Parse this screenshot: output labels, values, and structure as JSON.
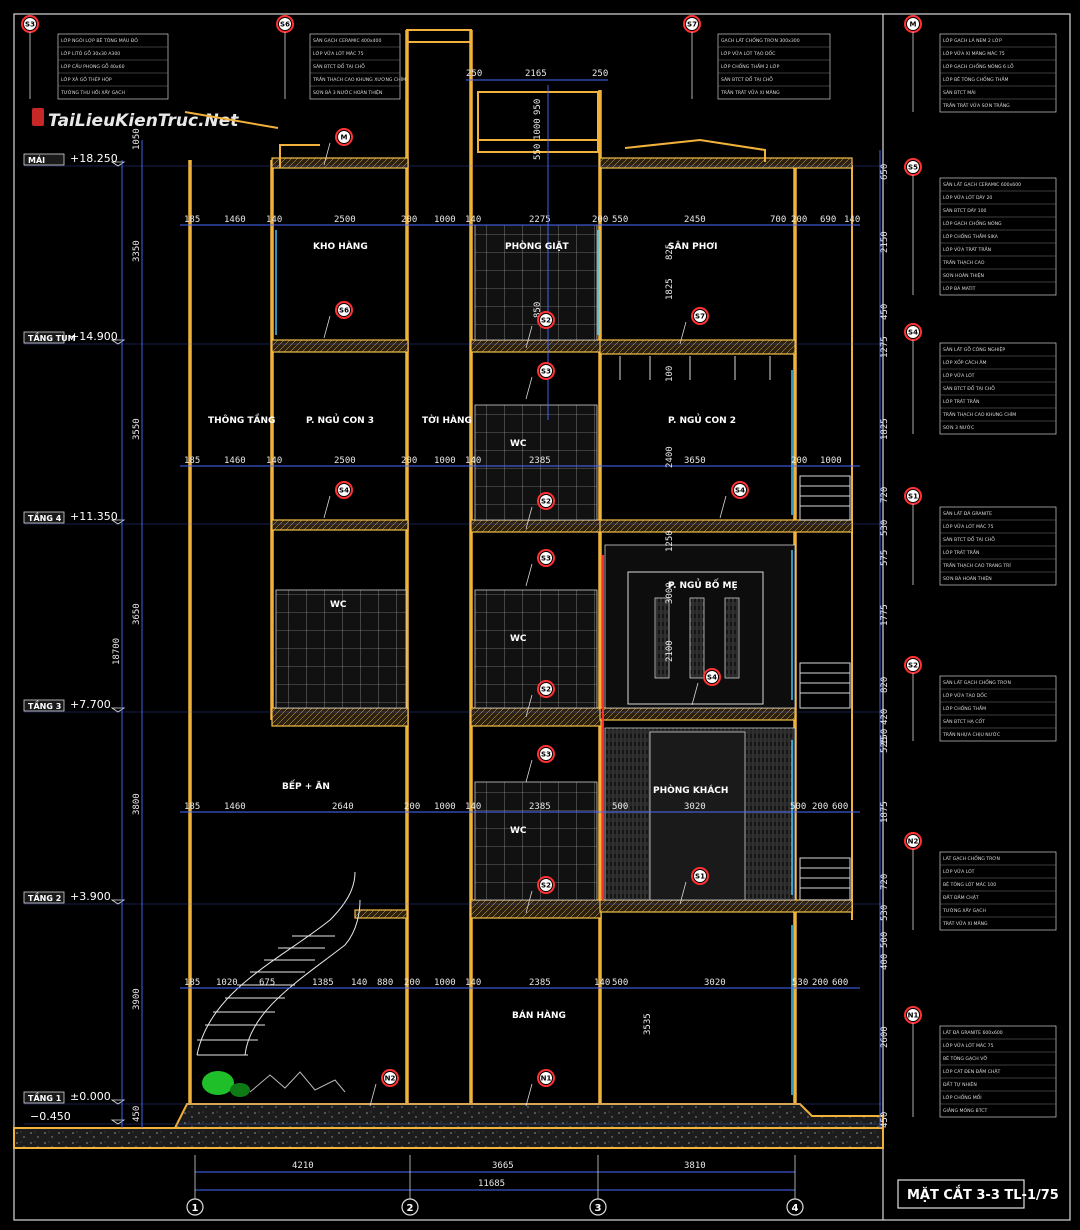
{
  "title": "MẶT CẮT 3-3 TL-1/75",
  "watermark": "TaiLieuKienTruc.Net",
  "levels": [
    {
      "name": "MÁI",
      "value": "+18.250"
    },
    {
      "name": "TẦNG TUM",
      "value": "+14.900"
    },
    {
      "name": "TẦNG 4",
      "value": "+11.350"
    },
    {
      "name": "TẦNG 3",
      "value": "+7.700"
    },
    {
      "name": "TẦNG 2",
      "value": "+3.900"
    },
    {
      "name": "TẦNG 1",
      "value": "±0.000"
    },
    {
      "name": "",
      "value": "−0.450"
    }
  ],
  "rooms": [
    "KHO HÀNG",
    "PHÒNG GIẶT",
    "SÂN PHƠI",
    "THÔNG TẦNG",
    "P. NGỦ CON 3",
    "TỜI HÀNG",
    "WC",
    "P. NGỦ CON 2",
    "WC",
    "WC",
    "P. NGỦ BỐ MẸ",
    "BẾP + ĂN",
    "WC",
    "PHÒNG KHÁCH",
    "BÁN HÀNG"
  ],
  "tags": {
    "top": [
      "S3",
      "S6",
      "S7",
      "M"
    ],
    "plan": [
      "M",
      "S6",
      "S2",
      "S7",
      "S3",
      "S4",
      "S2",
      "S4",
      "S3",
      "S2",
      "S4",
      "S3",
      "S2",
      "S1",
      "N2",
      "N1"
    ],
    "side": [
      "S5",
      "S4",
      "S1",
      "S2",
      "N2",
      "N1"
    ]
  },
  "grid": {
    "axes": [
      "1",
      "2",
      "3",
      "4"
    ],
    "spans": [
      "4210",
      "3665",
      "3810"
    ],
    "total": "11685"
  },
  "dims": {
    "top": [
      "250",
      "2165",
      "250"
    ],
    "row_roof": [
      "185",
      "1460",
      "140",
      "2500",
      "200",
      "1000",
      "140",
      "2275",
      "200",
      "550",
      "2450",
      "700",
      "200",
      "690",
      "140"
    ],
    "row_floor4": [
      "185",
      "1460",
      "140",
      "2500",
      "200",
      "1000",
      "140",
      "2385",
      "3650",
      "200",
      "1000"
    ],
    "row_floor2": [
      "185",
      "1460",
      "2640",
      "200",
      "1000",
      "140",
      "2385",
      "500",
      "3020",
      "500",
      "200",
      "600"
    ],
    "row_floor1": [
      "185",
      "1020",
      "675",
      "1385",
      "140",
      "880",
      "200",
      "1000",
      "140",
      "2385",
      "140",
      "500",
      "3020",
      "530",
      "200",
      "600"
    ],
    "left_outer": [
      "18700"
    ],
    "left_inner": [
      "1050",
      "3350",
      "3550",
      "3650",
      "3800",
      "3900",
      "450"
    ],
    "center_vert": [
      "950",
      "1000",
      "550",
      "850",
      "825",
      "1825",
      "100",
      "1250",
      "2400",
      "3000",
      "2100",
      "3535"
    ],
    "right": [
      "650",
      "2150",
      "450",
      "1275",
      "1825",
      "720",
      "530",
      "575",
      "1775",
      "820",
      "420",
      "150",
      "525",
      "1875",
      "720",
      "530",
      "500",
      "400",
      "2600",
      "450"
    ]
  },
  "notes": {
    "S3": [
      "LỚP NGÓI LỢP BÊ TÔNG MÀU ĐỎ",
      "LỚP LITÔ GỖ 30x30 A300",
      "LỚP CẦU PHONG GỖ 40x60",
      "LỚP XÀ GỒ THÉP HỘP",
      "TƯỜNG THU HỒI XÂY GẠCH"
    ],
    "S6": [
      "SÀN GẠCH CERAMIC 400x400",
      "LỚP VỮA LÓT MÁC 75",
      "SÀN BTCT ĐỔ TẠI CHỖ",
      "TRẦN THẠCH CAO KHUNG XƯƠNG CHÌM",
      "SƠN BẢ 3 NƯỚC HOÀN THIỆN"
    ],
    "S7": [
      "GẠCH LÁT CHỐNG TRƠN 300x300",
      "LỚP VỮA LÓT TẠO DỐC",
      "LỚP CHỐNG THẤM 2 LỚP",
      "SÀN BTCT ĐỔ TẠI CHỖ",
      "TRẦN TRÁT VỮA XI MĂNG"
    ],
    "M": [
      "LỚP GẠCH LÁ NEM 2 LỚP",
      "LỚP VỮA XI MĂNG MÁC 75",
      "LỚP GẠCH CHỐNG NÓNG 6 LỖ",
      "LỚP BÊ TÔNG CHỐNG THẤM",
      "SÀN BTCT MÁI",
      "TRẦN TRÁT VỮA SƠN TRẮNG"
    ],
    "S5": [
      "SÀN LÁT GẠCH CERAMIC 600x600",
      "LỚP VỮA LÓT DÀY 20",
      "SÀN BTCT DÀY 100",
      "LỚP GẠCH CHỐNG NÓNG",
      "LỚP CHỐNG THẤM SIKA",
      "LỚP VỮA TRÁT TRẦN",
      "TRẦN THẠCH CAO",
      "SƠN HOÀN THIỆN",
      "LỚP BẢ MATIT"
    ],
    "S4": [
      "SÀN LÁT GỖ CÔNG NGHIỆP",
      "LỚP XỐP CÁCH ÂM",
      "LỚP VỮA LÓT",
      "SÀN BTCT ĐỔ TẠI CHỖ",
      "LỚP TRÁT TRẦN",
      "TRẦN THẠCH CAO KHUNG CHÌM",
      "SƠN 3 NƯỚC"
    ],
    "S1": [
      "SÀN LÁT ĐÁ GRANITE",
      "LỚP VỮA LÓT MÁC 75",
      "SÀN BTCT ĐỔ TẠI CHỖ",
      "LỚP TRÁT TRẦN",
      "TRẦN THẠCH CAO TRANG TRÍ",
      "SƠN BẢ HOÀN THIỆN"
    ],
    "S2": [
      "SÀN LÁT GẠCH CHỐNG TRƠN",
      "LỚP VỮA TẠO DỐC",
      "LỚP CHỐNG THẤM",
      "SÀN BTCT HẠ CỐT",
      "TRẦN NHỰA CHỊU NƯỚC"
    ],
    "N2": [
      "LÁT GẠCH CHỐNG TRƠN",
      "LỚP VỮA LÓT",
      "BÊ TÔNG LÓT MÁC 100",
      "ĐẤT ĐẦM CHẶT",
      "TƯỜNG XÂY GẠCH",
      "TRÁT VỮA XI MĂNG"
    ],
    "N1": [
      "LÁT ĐÁ GRANITE 600x600",
      "LỚP VỮA LÓT MÁC 75",
      "BÊ TÔNG GẠCH VỠ",
      "LỚP CÁT ĐEN ĐẦM CHẶT",
      "ĐẤT TỰ NHIÊN",
      "LỚP CHỐNG MỐI",
      "GIẰNG MÓNG BTCT"
    ]
  }
}
